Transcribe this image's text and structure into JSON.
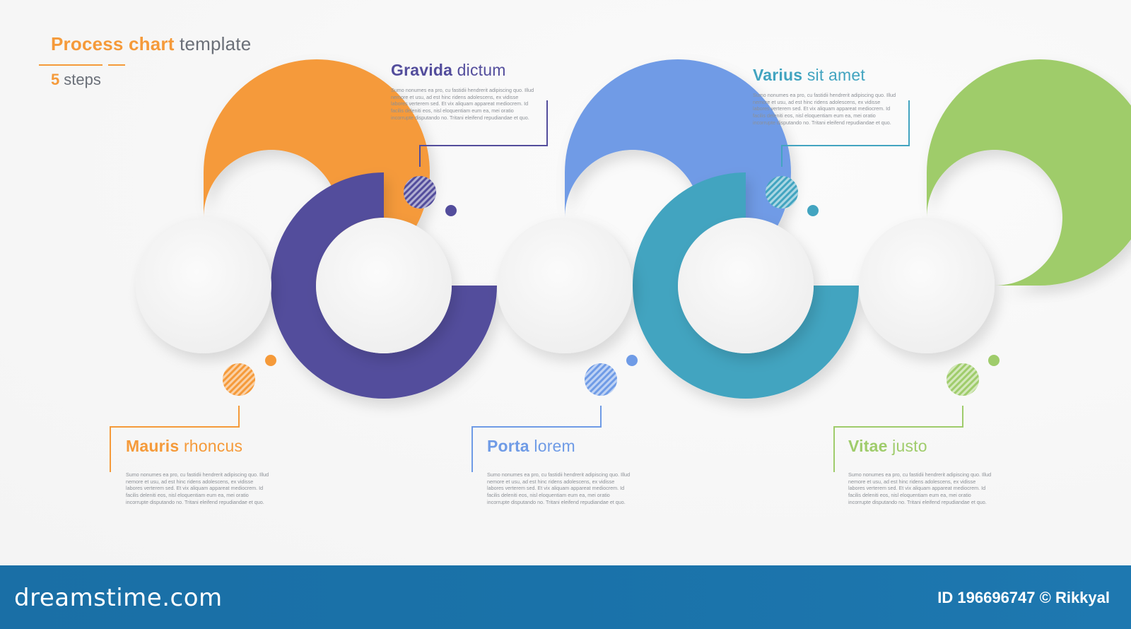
{
  "header": {
    "title_strong": "Process chart",
    "title_light": "template",
    "steps_count": "5",
    "steps_label": "steps"
  },
  "steps": [
    {
      "title_strong": "Mauris",
      "title_light": "rhoncus",
      "color": "#f59a3a",
      "description": "Sumo nonumes ea pro, cu fastidii hendrerit adipiscing quo. Illud nemore et usu, ad est hinc ridens adolescens, ex vidisse labores verterem sed. Et vix aliquam appareat mediocrem. Id facilis deleniti eos, nisl eloquentiam eum ea, mei oratio incorrupte disputando no. Tritani eleifend repudiandae et quo."
    },
    {
      "title_strong": "Gravida",
      "title_light": "dictum",
      "color": "#534d9c",
      "description": "Sumo nonumes ea pro, cu fastidii hendrerit adipiscing quo. Illud nemore et usu, ad est hinc ridens adolescens, ex vidisse labores verterem sed. Et vix aliquam appareat mediocrem. Id facilis deleniti eos, nisl eloquentiam eum ea, mei oratio incorrupte disputando no. Tritani eleifend repudiandae et quo."
    },
    {
      "title_strong": "Porta",
      "title_light": "lorem",
      "color": "#6f9be6",
      "description": "Sumo nonumes ea pro, cu fastidii hendrerit adipiscing quo. Illud nemore et usu, ad est hinc ridens adolescens, ex vidisse labores verterem sed. Et vix aliquam appareat mediocrem. Id facilis deleniti eos, nisl eloquentiam eum ea, mei oratio incorrupte disputando no. Tritani eleifend repudiandae et quo."
    },
    {
      "title_strong": "Varius",
      "title_light": "sit amet",
      "color": "#42a4c0",
      "description": "Sumo nonumes ea pro, cu fastidii hendrerit adipiscing quo. Illud nemore et usu, ad est hinc ridens adolescens, ex vidisse labores verterem sed. Et vix aliquam appareat mediocrem. Id facilis deleniti eos, nisl eloquentiam eum ea, mei oratio incorrupte disputando no. Tritani eleifend repudiandae et quo."
    },
    {
      "title_strong": "Vitae",
      "title_light": "justo",
      "color": "#9fcc6b",
      "description": "Sumo nonumes ea pro, cu fastidii hendrerit adipiscing quo. Illud nemore et usu, ad est hinc ridens adolescens, ex vidisse labores verterem sed. Et vix aliquam appareat mediocrem. Id facilis deleniti eos, nisl eloquentiam eum ea, mei oratio incorrupte disputando no. Tritani eleifend repudiandae et quo."
    }
  ],
  "watermark": {
    "brand": "dreamstime.com",
    "image_id": "ID 196696747 © Rikkyal"
  }
}
